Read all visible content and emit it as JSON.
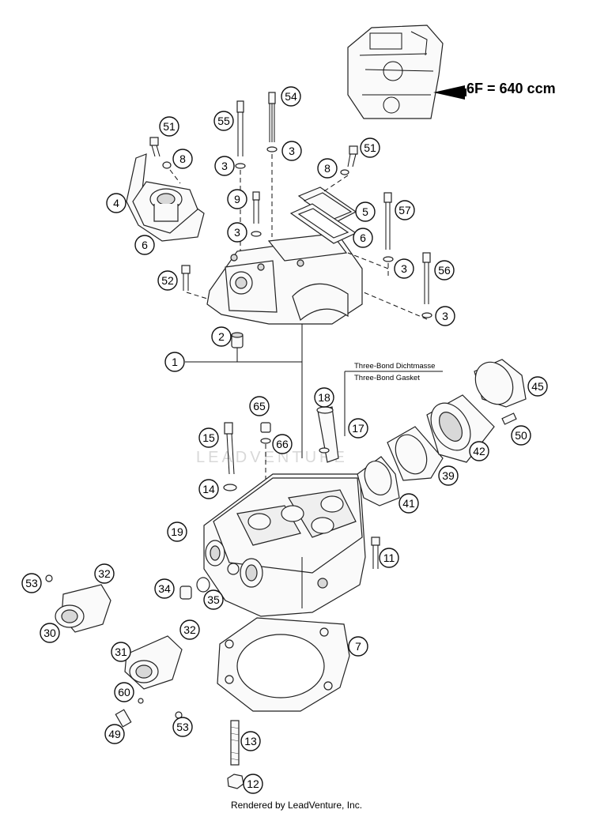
{
  "engine_label": "6F = 640 ccm",
  "note_lines": [
    "Three-Bond Dichtmasse",
    "Three-Bond Gasket"
  ],
  "watermark": "LEADVENTURE",
  "footer": "Rendered by LeadVenture, Inc.",
  "callouts": [
    {
      "id": "c-54",
      "label": "54"
    },
    {
      "id": "c-55",
      "label": "55"
    },
    {
      "id": "c-51a",
      "label": "51"
    },
    {
      "id": "c-8a",
      "label": "8"
    },
    {
      "id": "c-3a",
      "label": "3"
    },
    {
      "id": "c-3b",
      "label": "3"
    },
    {
      "id": "c-51b",
      "label": "51"
    },
    {
      "id": "c-8b",
      "label": "8"
    },
    {
      "id": "c-4",
      "label": "4"
    },
    {
      "id": "c-9",
      "label": "9"
    },
    {
      "id": "c-5",
      "label": "5"
    },
    {
      "id": "c-57",
      "label": "57"
    },
    {
      "id": "c-6a",
      "label": "6"
    },
    {
      "id": "c-3c",
      "label": "3"
    },
    {
      "id": "c-6b",
      "label": "6"
    },
    {
      "id": "c-3d",
      "label": "3"
    },
    {
      "id": "c-52",
      "label": "52"
    },
    {
      "id": "c-56",
      "label": "56"
    },
    {
      "id": "c-3e",
      "label": "3"
    },
    {
      "id": "c-2",
      "label": "2"
    },
    {
      "id": "c-1",
      "label": "1"
    },
    {
      "id": "c-45",
      "label": "45"
    },
    {
      "id": "c-18",
      "label": "18"
    },
    {
      "id": "c-65",
      "label": "65"
    },
    {
      "id": "c-17",
      "label": "17"
    },
    {
      "id": "c-50",
      "label": "50"
    },
    {
      "id": "c-15",
      "label": "15"
    },
    {
      "id": "c-66",
      "label": "66"
    },
    {
      "id": "c-42",
      "label": "42"
    },
    {
      "id": "c-39",
      "label": "39"
    },
    {
      "id": "c-14",
      "label": "14"
    },
    {
      "id": "c-41",
      "label": "41"
    },
    {
      "id": "c-19",
      "label": "19"
    },
    {
      "id": "c-11",
      "label": "11"
    },
    {
      "id": "c-53a",
      "label": "53"
    },
    {
      "id": "c-32a",
      "label": "32"
    },
    {
      "id": "c-34",
      "label": "34"
    },
    {
      "id": "c-35",
      "label": "35"
    },
    {
      "id": "c-30",
      "label": "30"
    },
    {
      "id": "c-32b",
      "label": "32"
    },
    {
      "id": "c-7",
      "label": "7"
    },
    {
      "id": "c-31",
      "label": "31"
    },
    {
      "id": "c-60",
      "label": "60"
    },
    {
      "id": "c-53b",
      "label": "53"
    },
    {
      "id": "c-49",
      "label": "49"
    },
    {
      "id": "c-13",
      "label": "13"
    },
    {
      "id": "c-12",
      "label": "12"
    }
  ]
}
